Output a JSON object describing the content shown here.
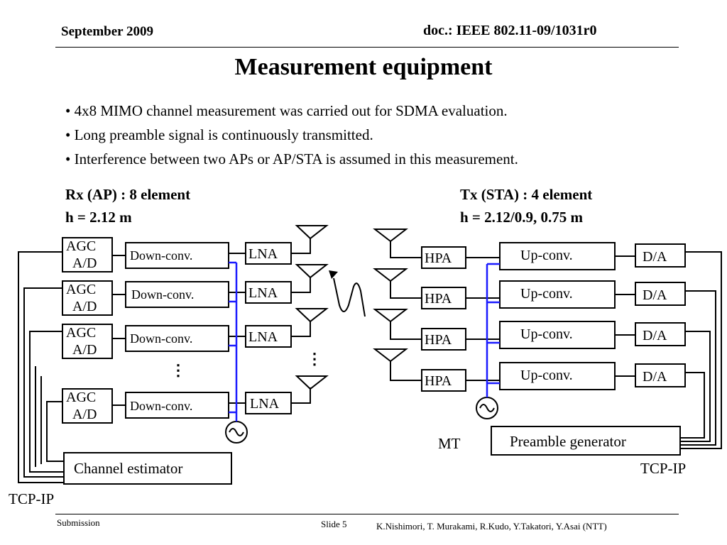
{
  "header": {
    "date": "September 2009",
    "doc_id": "doc.: IEEE 802.11-09/1031r0"
  },
  "title": "Measurement equipment",
  "bullets": [
    "• 4x8 MIMO channel measurement was carried out  for SDMA evaluation.",
    "• Long preamble signal is continuously transmitted.",
    "• Interference between two APs or AP/STA is assumed in this measurement."
  ],
  "rx": {
    "line1": "Rx  (AP) : 8 element",
    "line2": "h = 2.12 m"
  },
  "tx": {
    "line1": "Tx (STA) : 4 element",
    "line2": "h = 2.12/0.9, 0.75 m"
  },
  "diagram": {
    "agc": "AGC",
    "ad": "A/D",
    "down_conv": "Down-conv.",
    "lna": "LNA",
    "hpa": "HPA",
    "up_conv": "Up-conv.",
    "da": "D/A",
    "dots": "⋮",
    "channel_estimator": "Channel estimator",
    "preamble_generator": "Preamble generator",
    "mt": "MT",
    "tcpip_left": "TCP-IP",
    "tcpip_right": "TCP-IP"
  },
  "footer": {
    "submission": "Submission",
    "slide": "Slide 5",
    "authors": "K.Nishimori, T. Murakami, R.Kudo, Y.Takatori, Y.Asai (NTT)"
  },
  "colors": {
    "lo_line": "#1a1aff"
  }
}
